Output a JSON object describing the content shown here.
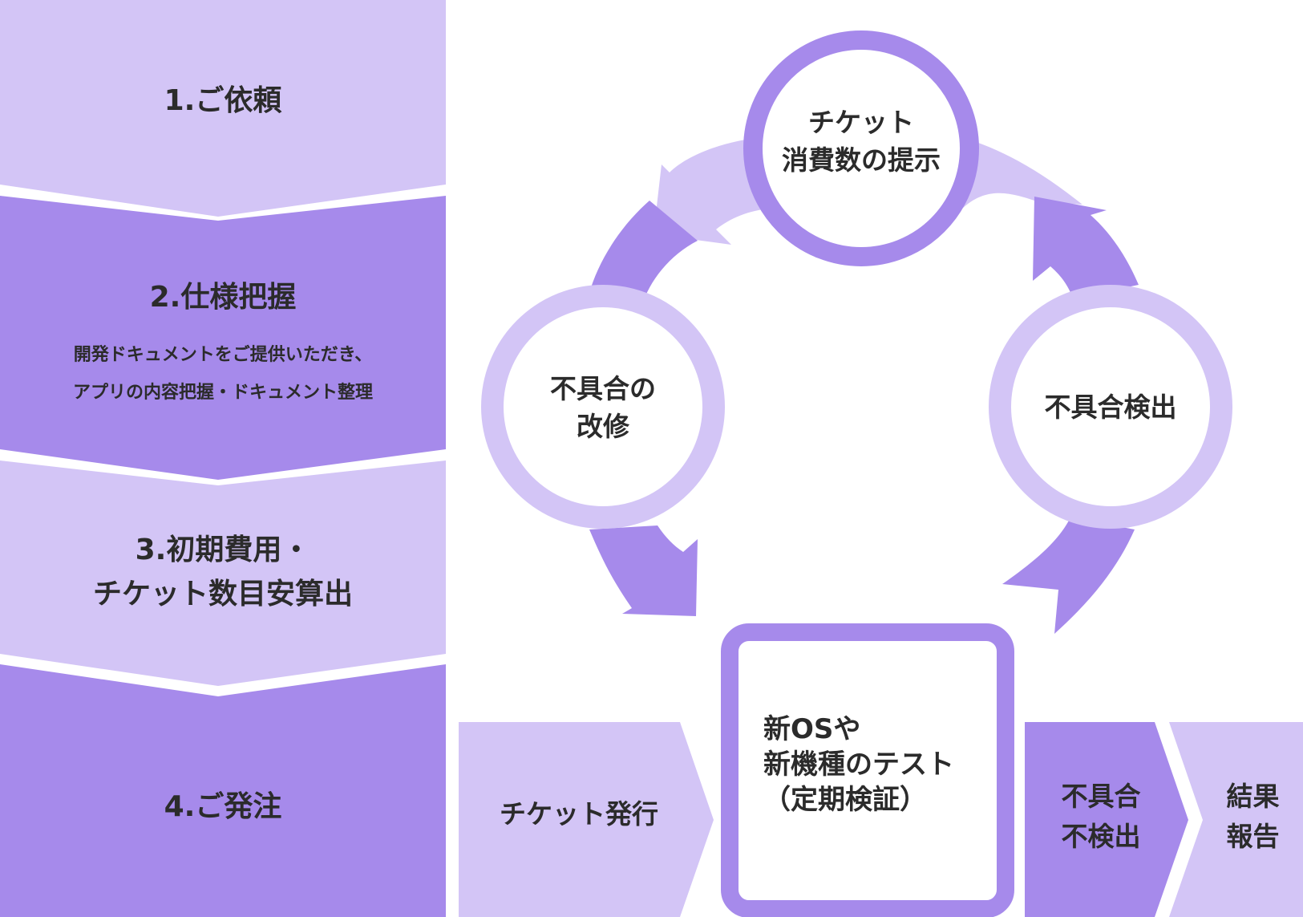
{
  "colors": {
    "light": "#d3c5f6",
    "medium": "#a68aeb",
    "text": "#2b2b2b",
    "background": "#ffffff"
  },
  "steps": [
    {
      "title": "1.ご依頼",
      "desc": []
    },
    {
      "title": "2.仕様把握",
      "desc": [
        "開発ドキュメントをご提供いただき、",
        "アプリの内容把握・ドキュメント整理"
      ]
    },
    {
      "title": "3.初期費用・",
      "title2": "チケット数目安算出",
      "desc": []
    },
    {
      "title": "4.ご発注",
      "desc": []
    }
  ],
  "cycle": {
    "top": [
      "チケット",
      "消費数の提示"
    ],
    "left": [
      "不具合の",
      "改修"
    ],
    "right": [
      "不具合検出"
    ]
  },
  "flow": {
    "ticket_issue": "チケット発行",
    "test_box": [
      "新OSや",
      "新機種のテスト",
      "（定期検証）"
    ],
    "no_defect": [
      "不具合",
      "不検出"
    ],
    "result": [
      "結果",
      "報告"
    ]
  }
}
